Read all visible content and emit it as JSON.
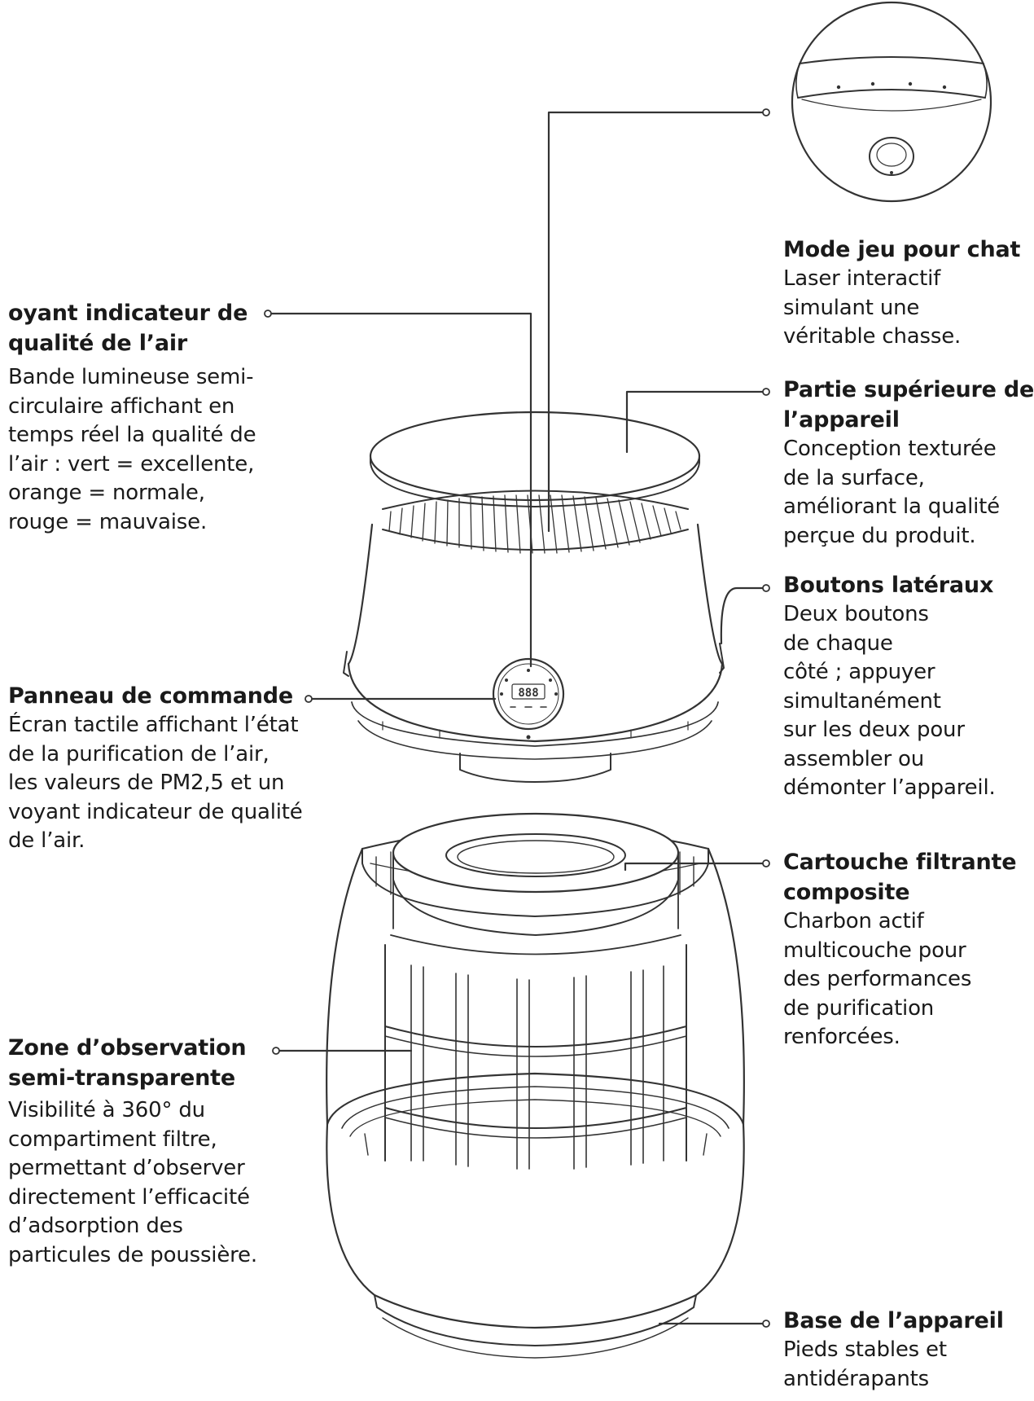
{
  "callouts": {
    "cat_mode": {
      "title": [
        "Mode jeu pour chat"
      ],
      "desc": [
        "Laser interactif",
        "simulant une",
        "véritable chasse."
      ]
    },
    "top_part": {
      "title": [
        "Partie supérieure de",
        "l’appareil"
      ],
      "desc": [
        "Conception texturée",
        "de la surface,",
        "améliorant la qualité",
        "perçue du produit."
      ]
    },
    "side_buttons": {
      "title": [
        "Boutons latéraux"
      ],
      "desc": [
        "Deux boutons",
        "de chaque",
        "côté ; appuyer",
        "simultanément",
        "sur les deux pour",
        "assembler ou",
        "démonter l’appareil."
      ]
    },
    "filter": {
      "title": [
        "Cartouche filtrante",
        "composite"
      ],
      "desc": [
        "Charbon actif",
        "multicouche pour",
        "des performances",
        "de purification",
        "renforcées."
      ]
    },
    "base": {
      "title": [
        "Base de l’appareil"
      ],
      "desc": [
        "Pieds stables et",
        "antidérapants"
      ]
    },
    "indicator": {
      "title": [
        "oyant indicateur de",
        "qualité de l’air"
      ],
      "desc": [
        "Bande lumineuse semi-",
        "circulaire affichant en",
        "temps réel la qualité de",
        "l’air : vert = excellente,",
        "orange = normale,",
        "rouge = mauvaise."
      ]
    },
    "control_panel": {
      "title": [
        "Panneau de commande"
      ],
      "desc": [
        "Écran tactile affichant l’état",
        "de la purification de l’air,",
        "les valeurs de PM2,5 et un",
        "voyant indicateur de qualité",
        "de l’air."
      ]
    },
    "observation": {
      "title": [
        "Zone d’observation",
        "semi-transparente"
      ],
      "desc": [
        "Visibilité à 360° du",
        "compartiment filtre,",
        "permettant d’observer",
        "directement l’efficacité",
        "d’adsorption des",
        "particules de poussière."
      ]
    }
  },
  "display": {
    "screen_digits": "888"
  },
  "colors": {
    "line": "#333333",
    "text": "#1a1a1a",
    "background": "#ffffff"
  }
}
